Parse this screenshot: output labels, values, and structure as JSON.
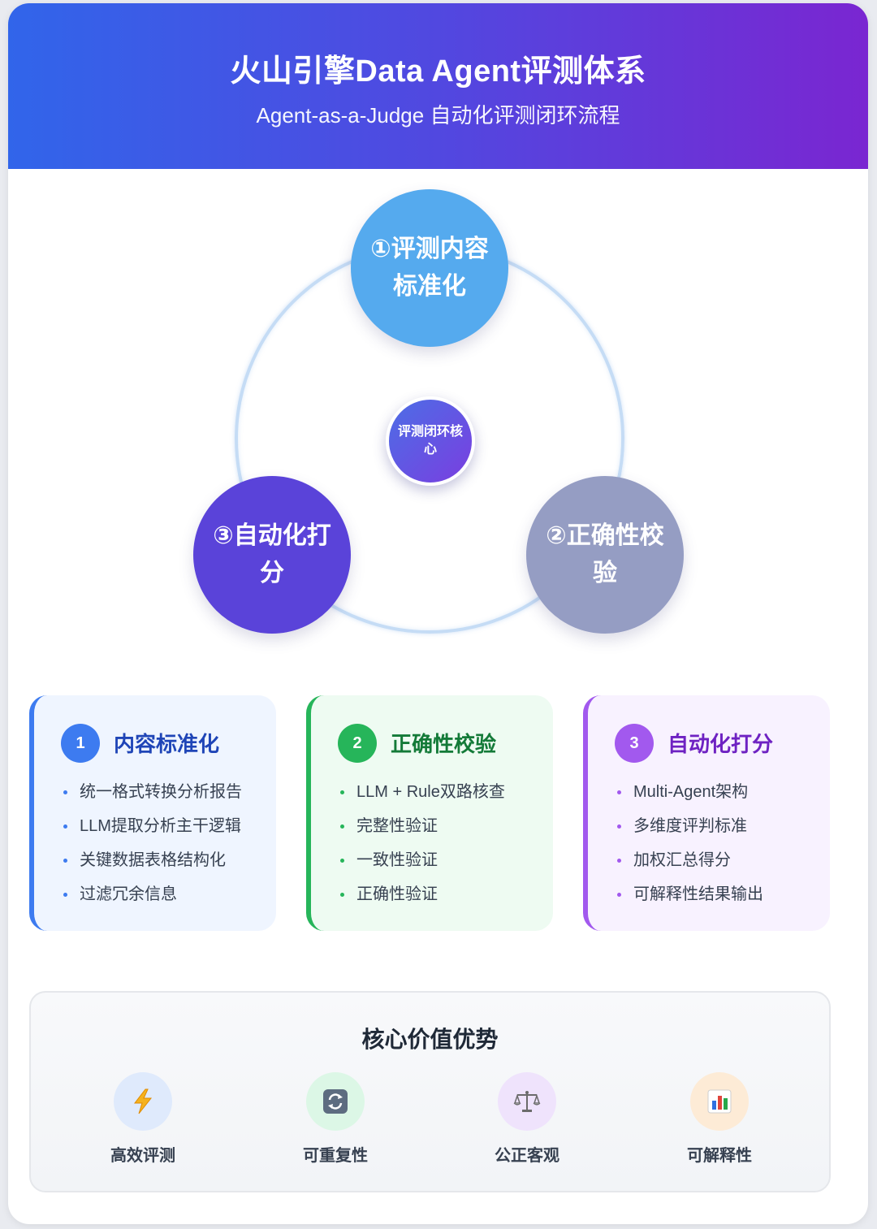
{
  "header": {
    "title": "火山引擎Data Agent评测体系",
    "subtitle": "Agent-as-a-Judge 自动化评测闭环流程"
  },
  "cycle": {
    "core_label": "评测闭环核心",
    "nodes": [
      {
        "label": "①评测内容标准化",
        "color": "#55aaee"
      },
      {
        "label": "②正确性校验",
        "color": "#959dc3"
      },
      {
        "label": "③自动化打分",
        "color": "#5a43d9"
      }
    ]
  },
  "steps": [
    {
      "number": "1",
      "title": "内容标准化",
      "color": "#3d7bf0",
      "items": [
        "统一格式转换分析报告",
        "LLM提取分析主干逻辑",
        "关键数据表格结构化",
        "过滤冗余信息"
      ]
    },
    {
      "number": "2",
      "title": "正确性校验",
      "color": "#26b55a",
      "items": [
        "LLM + Rule双路核查",
        "完整性验证",
        "一致性验证",
        "正确性验证"
      ]
    },
    {
      "number": "3",
      "title": "自动化打分",
      "color": "#a259ee",
      "items": [
        "Multi-Agent架构",
        "多维度评判标准",
        "加权汇总得分",
        "可解释性结果输出"
      ]
    }
  ],
  "values": {
    "title": "核心价值优势",
    "items": [
      {
        "label": "高效评测",
        "icon": "lightning-icon"
      },
      {
        "label": "可重复性",
        "icon": "repeat-icon"
      },
      {
        "label": "公正客观",
        "icon": "balance-scale-icon"
      },
      {
        "label": "可解释性",
        "icon": "bar-chart-icon"
      }
    ]
  }
}
